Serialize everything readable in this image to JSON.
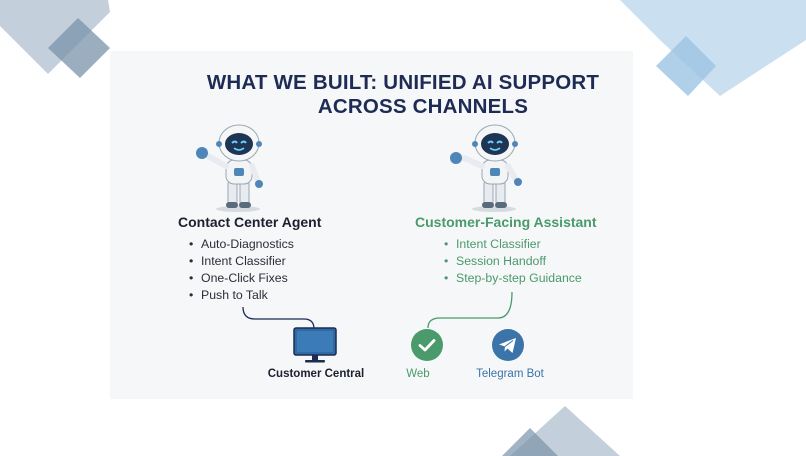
{
  "slide": {
    "title_line1": "WHAT WE BUILT: UNIFIED AI SUPPORT",
    "title_line2": "ACROSS CHANNELS"
  },
  "left_column": {
    "heading": "Contact Center Agent",
    "items": [
      "Auto-Diagnostics",
      "Intent Classifier",
      "One-Click Fixes",
      "Push to Talk"
    ],
    "color": "#1c1f2e"
  },
  "right_column": {
    "heading": "Customer-Facing Assistant",
    "items": [
      "Intent Classifier",
      "Session Handoff",
      "Step-by-step Guidance"
    ],
    "color": "#4a9a6b"
  },
  "channels": {
    "customer_central": {
      "label": "Customer Central",
      "icon": "monitor-icon",
      "color": "#2f6aa3"
    },
    "web": {
      "label": "Web",
      "icon": "checkmark-circle-icon",
      "color": "#4a9a6b"
    },
    "telegram": {
      "label": "Telegram Bot",
      "icon": "telegram-icon",
      "color": "#3b74a8"
    }
  },
  "colors": {
    "title": "#1e2b54",
    "decor_left": "#5e7c99",
    "decor_right": "#a9cbe6"
  }
}
